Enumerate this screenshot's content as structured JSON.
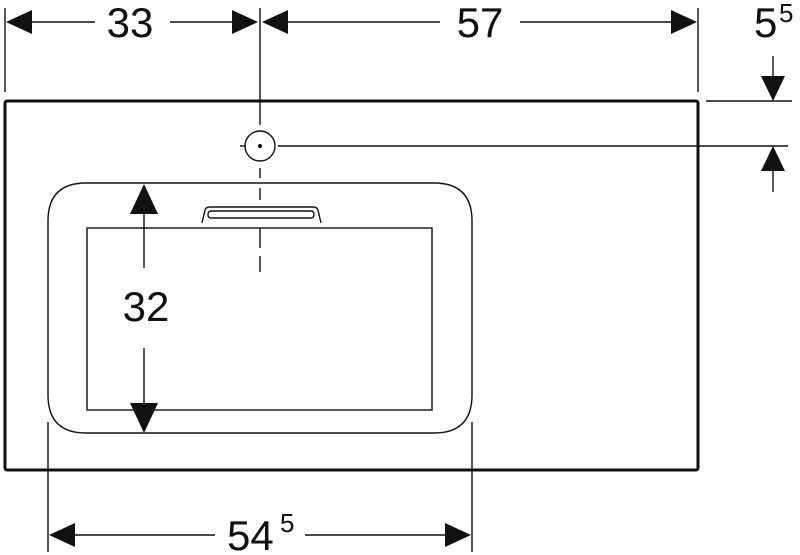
{
  "dimensions": {
    "left_width": "33",
    "right_width": "57",
    "tap_offset_main": "5",
    "tap_offset_sup": "5",
    "basin_depth": "32",
    "basin_width_main": "54",
    "basin_width_sup": "5"
  }
}
